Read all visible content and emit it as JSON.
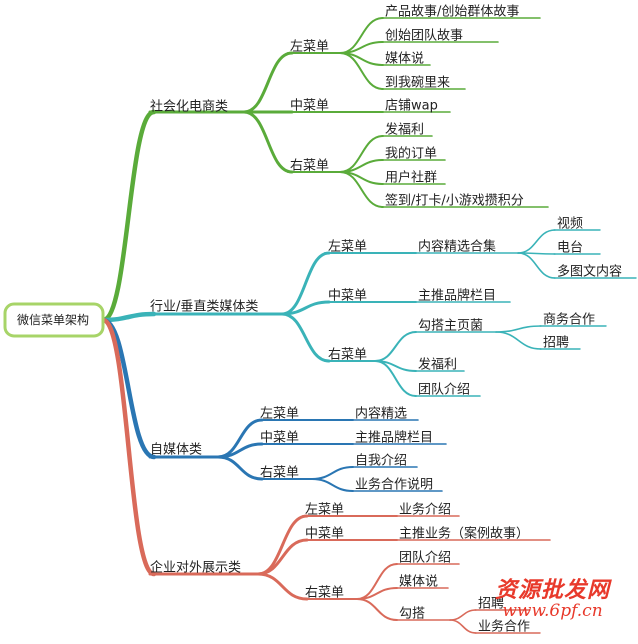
{
  "root": "微信菜单架构",
  "colors": {
    "green": "#5aab3a",
    "teal": "#3ab3b8",
    "blue": "#2a76b3",
    "red": "#d96a5a",
    "root_border": "#a7d468",
    "text": "#222222",
    "watermark": "#e8392b"
  },
  "branches": [
    {
      "label": "社会化电商类",
      "color": "green",
      "groups": [
        {
          "label": "左菜单",
          "items": [
            {
              "label": "产品故事/创始群体故事"
            },
            {
              "label": "创始团队故事"
            },
            {
              "label": "媒体说"
            },
            {
              "label": "到我碗里来"
            }
          ]
        },
        {
          "label": "中菜单",
          "items": [
            {
              "label": "店铺wap"
            }
          ]
        },
        {
          "label": "右菜单",
          "items": [
            {
              "label": "发福利"
            },
            {
              "label": "我的订单"
            },
            {
              "label": "用户社群"
            },
            {
              "label": "签到/打卡/小游戏攒积分"
            }
          ]
        }
      ]
    },
    {
      "label": "行业/垂直类媒体类",
      "color": "teal",
      "groups": [
        {
          "label": "左菜单",
          "items": [
            {
              "label": "内容精选合集",
              "children": [
                "视频",
                "电台",
                "多图文内容"
              ]
            }
          ]
        },
        {
          "label": "中菜单",
          "items": [
            {
              "label": "主推品牌栏目"
            }
          ]
        },
        {
          "label": "右菜单",
          "items": [
            {
              "label": "勾搭主页菌",
              "children": [
                "商务合作",
                "招聘"
              ]
            },
            {
              "label": "发福利"
            },
            {
              "label": "团队介绍"
            }
          ]
        }
      ]
    },
    {
      "label": "自媒体类",
      "color": "blue",
      "groups": [
        {
          "label": "左菜单",
          "items": [
            {
              "label": "内容精选"
            }
          ]
        },
        {
          "label": "中菜单",
          "items": [
            {
              "label": "主推品牌栏目"
            }
          ]
        },
        {
          "label": "右菜单",
          "items": [
            {
              "label": "自我介绍"
            },
            {
              "label": "业务合作说明"
            }
          ]
        }
      ]
    },
    {
      "label": "企业对外展示类",
      "color": "red",
      "groups": [
        {
          "label": "左菜单",
          "items": [
            {
              "label": "业务介绍"
            }
          ]
        },
        {
          "label": "中菜单",
          "items": [
            {
              "label": "主推业务（案例故事）"
            }
          ]
        },
        {
          "label": "右菜单",
          "items": [
            {
              "label": "团队介绍"
            },
            {
              "label": "媒体说"
            },
            {
              "label": "勾搭",
              "children": [
                "招聘",
                "业务合作"
              ]
            }
          ]
        }
      ]
    }
  ],
  "watermark": {
    "title": "资源批发网",
    "url": "www.6pf.cn"
  }
}
